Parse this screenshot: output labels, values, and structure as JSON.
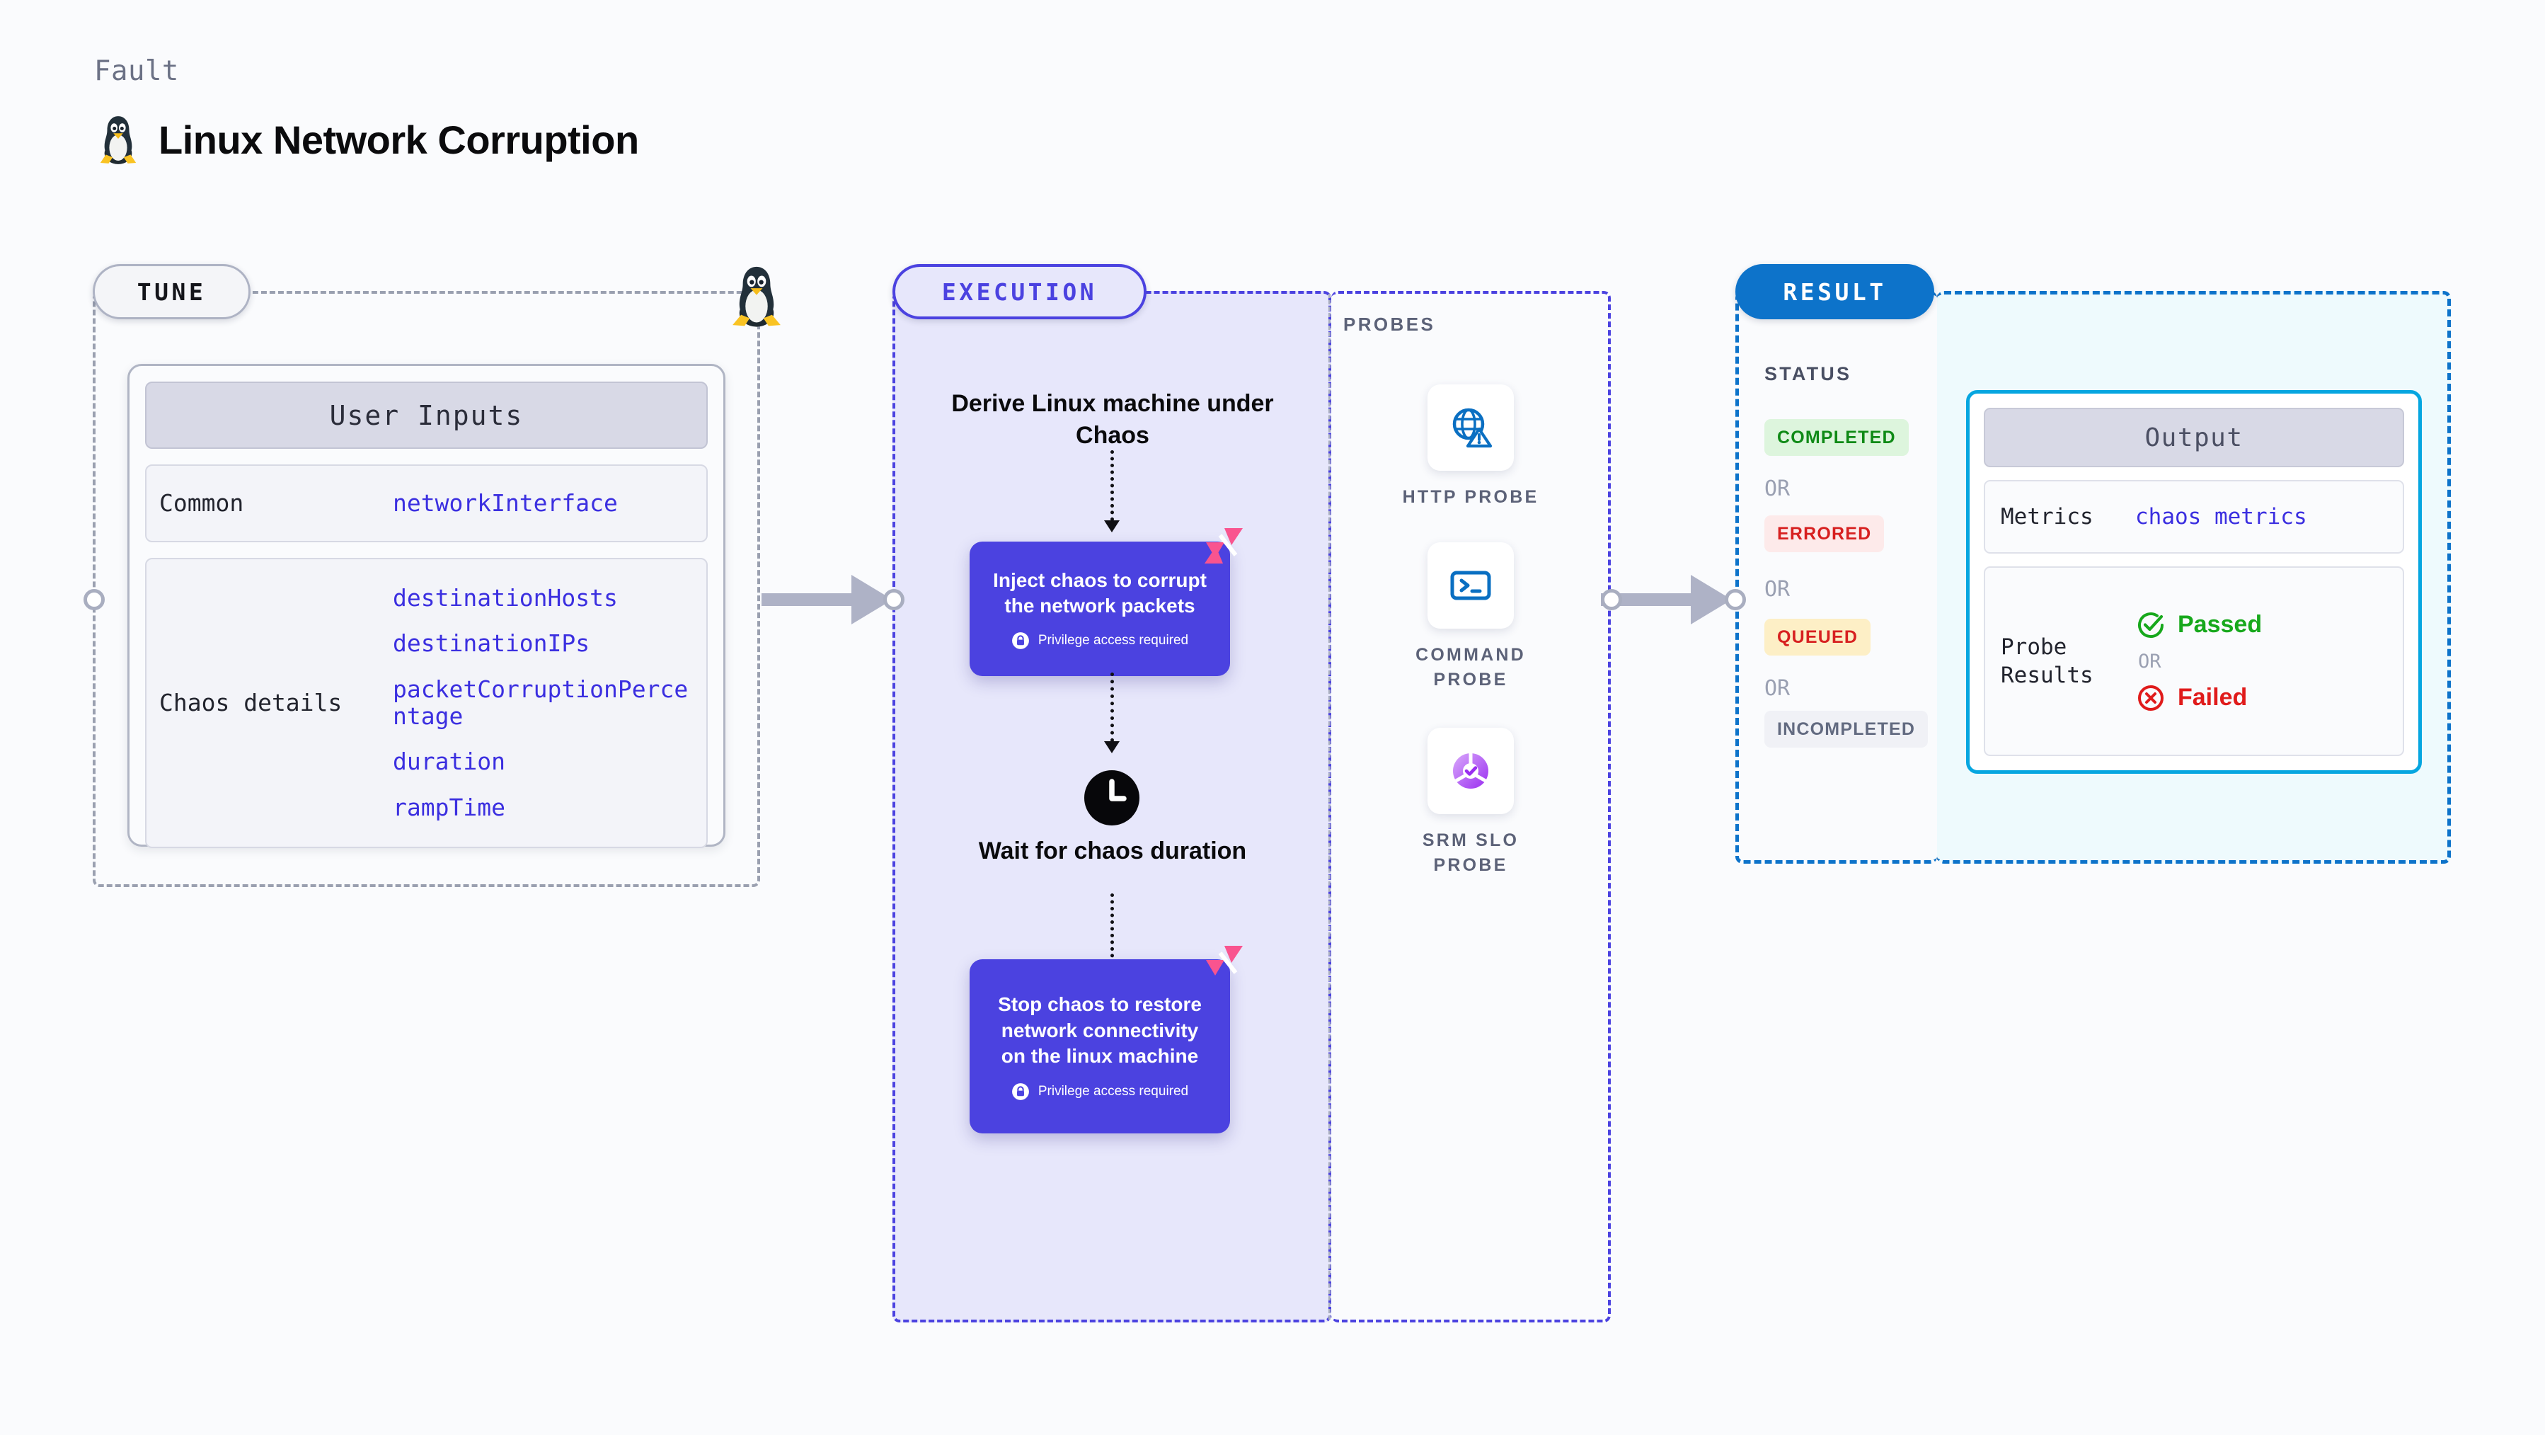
{
  "header": {
    "kicker": "Fault",
    "title": "Linux Network Corruption",
    "logo_icon": "tux-penguin-icon"
  },
  "tune": {
    "pill_label": "TUNE",
    "boundary_icon": "tux-penguin-icon",
    "user_inputs": {
      "title": "User Inputs",
      "rows": [
        {
          "key": "Common",
          "values": [
            "networkInterface"
          ]
        },
        {
          "key": "Chaos details",
          "values": [
            "destinationHosts",
            "destinationIPs",
            "packetCorruptionPercentage",
            "duration",
            "rampTime"
          ]
        }
      ]
    }
  },
  "execution": {
    "pill_label": "EXECUTION",
    "start_title": "Derive Linux machine under Chaos",
    "inject_node": {
      "text": "Inject chaos to corrupt the network packets",
      "privilege_note": "Privilege access required",
      "lock_icon": "lock-icon",
      "badge_icon": "harness-logo-icon"
    },
    "wait_node": {
      "title": "Wait for chaos duration",
      "icon": "clock-icon"
    },
    "stop_node": {
      "text": "Stop chaos to restore network connectivity on the linux machine",
      "privilege_note": "Privilege access required",
      "lock_icon": "lock-icon",
      "badge_icon": "harness-logo-icon"
    }
  },
  "probes": {
    "label": "PROBES",
    "items": [
      {
        "name": "HTTP PROBE",
        "icon": "globe-warning-icon"
      },
      {
        "name": "COMMAND PROBE",
        "icon": "terminal-icon"
      },
      {
        "name": "SRM SLO PROBE",
        "icon": "srm-slo-donut-icon"
      }
    ]
  },
  "result": {
    "pill_label": "RESULT",
    "status_label": "STATUS",
    "or_label": "OR",
    "statuses": [
      {
        "label": "COMPLETED",
        "color": "#0f8a16",
        "bg": "#ddf5dd"
      },
      {
        "label": "ERRORED",
        "color": "#d72020",
        "bg": "#fdeaea"
      },
      {
        "label": "QUEUED",
        "color": "#d72020",
        "bg": "#fdefc6"
      },
      {
        "label": "INCOMPLETED",
        "color": "#626a80",
        "bg": "#f0f1f6"
      }
    ],
    "output": {
      "title": "Output",
      "metrics_key": "Metrics",
      "metrics_value": "chaos metrics",
      "probe_results_key": "Probe Results",
      "passed_label": "Passed",
      "failed_label": "Failed",
      "or_label": "OR",
      "passed_icon": "check-circle-icon",
      "failed_icon": "x-circle-icon"
    }
  },
  "colors": {
    "indigo": "#4b42e0",
    "blue": "#0d73ca",
    "cyan": "#06a6e0",
    "pink": "#f9548f",
    "gray_border": "#9aa0b0"
  }
}
